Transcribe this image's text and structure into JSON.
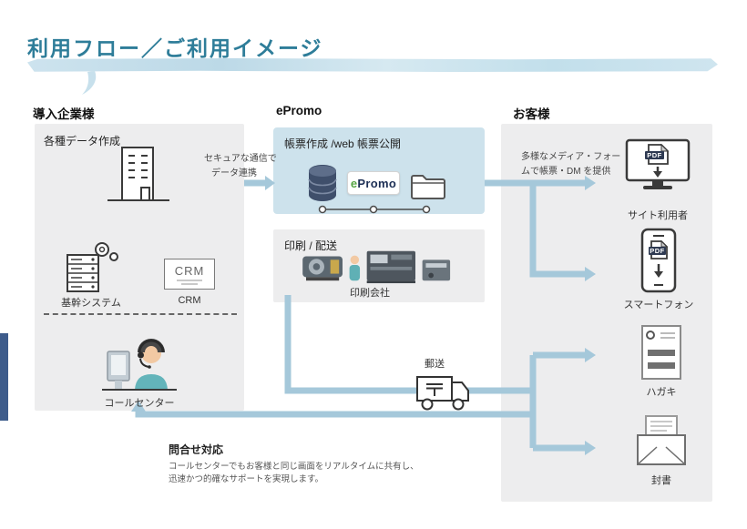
{
  "title": "利用フロー／ご利用イメージ",
  "columns": {
    "company": {
      "header": "導入企業様",
      "data_creation_label": "各種データ作成",
      "core_system_label": "基幹システム",
      "crm_screen_text": "CRM",
      "crm_label": "CRM",
      "call_center_label": "コールセンター"
    },
    "epromo": {
      "header": "ePromo",
      "form_box_title": "帳票作成 /web 帳票公開",
      "logo_e": "e",
      "logo_promo": "Promo",
      "print_box_title": "印刷 / 配送",
      "print_company_label": "印刷会社",
      "mail_label": "郵送"
    },
    "customer": {
      "header": "お客様",
      "note": [
        "多様なメディア・フォー",
        "ムで帳票・DM を提供"
      ],
      "pdf_label": "PDF",
      "items": [
        {
          "label": "サイト利用者"
        },
        {
          "label": "スマートフォン"
        },
        {
          "label": "ハガキ"
        },
        {
          "label": "封書"
        }
      ]
    }
  },
  "annotations": {
    "secure_note": [
      "セキュアな通信で",
      "データ連携"
    ],
    "inquiry_title": "問合せ対応",
    "inquiry_desc": [
      "コールセンターでもお客様と同じ画面をリアルタイムに共有し、",
      "迅速かつ的確なサポートを実現します。"
    ]
  },
  "colors": {
    "title_color": "#2e7d99",
    "panel_gray": "#ededee",
    "panel_blue": "#cde2ec",
    "arrow_color": "#a5c8da",
    "navy_bar": "#3e5c8b",
    "logo_green": "#57a544",
    "logo_navy": "#1d2f55",
    "pdf_band": "#2e3a52"
  }
}
